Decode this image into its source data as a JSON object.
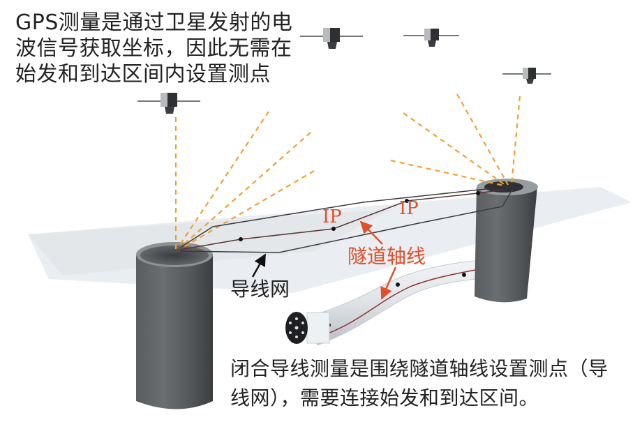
{
  "annotations": {
    "gps_note": {
      "lines": [
        "GPS测量是通过卫星发射的电",
        "波信号获取坐标，因此无需在",
        "始发和到达区间内设置测点"
      ]
    },
    "traverse_note": {
      "lines": [
        "闭合导线测量是围绕隧道轴线设置测点（导",
        "线网），需要连接始发和到达区间。"
      ]
    },
    "traverse_network_label": "导线网",
    "tunnel_axis_label": "隧道轴线",
    "ip_labels": [
      "IP",
      "IP"
    ]
  },
  "components": {
    "satellites": [
      {
        "name": "satellite-left"
      },
      {
        "name": "satellite-center-left"
      },
      {
        "name": "satellite-center"
      },
      {
        "name": "satellite-right"
      }
    ],
    "shafts": [
      {
        "name": "departure-shaft"
      },
      {
        "name": "arrival-shaft"
      }
    ],
    "tunnel": {
      "name": "tunnel-boring-segment"
    }
  },
  "colors": {
    "signal_dash": "#f0a030",
    "label_red": "#e0502a",
    "arrow_black": "#111111",
    "ground_plane": "#e8ecef",
    "shaft_dark": "#4a4d50",
    "traverse_line": "#3a3a3a",
    "axis_line": "#8a3030"
  }
}
